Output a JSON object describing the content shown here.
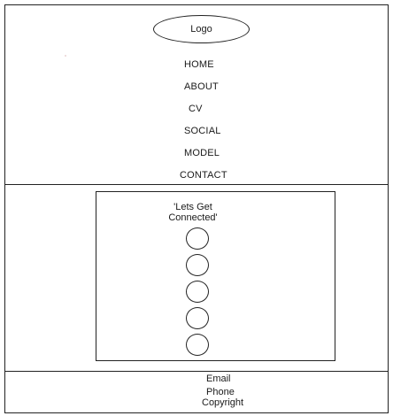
{
  "header": {
    "logo_label": "Logo",
    "nav": [
      {
        "label": "HOME"
      },
      {
        "label": "ABOUT"
      },
      {
        "label": "CV"
      },
      {
        "label": "SOCIAL"
      },
      {
        "label": "MODEL"
      },
      {
        "label": "CONTACT"
      }
    ]
  },
  "social": {
    "title": "'Lets Get\nConnected'",
    "icon_count": 5
  },
  "footer": {
    "email": "Email",
    "phone": "Phone",
    "copyright": "Copyright"
  }
}
